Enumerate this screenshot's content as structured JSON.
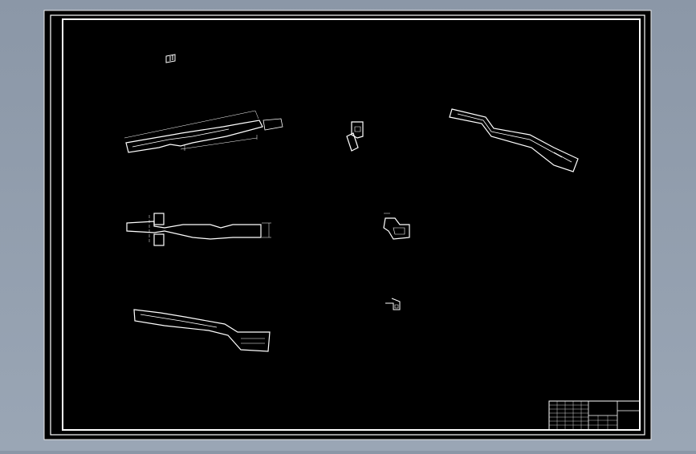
{
  "viewport": {
    "background": "#929eae"
  },
  "sheet": {
    "paper_color": "#000000",
    "line_color": "#ffffff"
  },
  "views": [
    {
      "id": "detail-top-left",
      "label": "",
      "scale_label": ""
    },
    {
      "id": "main-view",
      "label": "",
      "scale_label": ""
    },
    {
      "id": "side-view",
      "label": "",
      "scale_label": ""
    },
    {
      "id": "lower-view",
      "label": "",
      "scale_label": ""
    },
    {
      "id": "detail-clip",
      "label": "",
      "scale_label": ""
    },
    {
      "id": "detail-center",
      "label": "",
      "scale_label": ""
    },
    {
      "id": "detail-small",
      "label": "",
      "scale_label": ""
    },
    {
      "id": "iso-view",
      "label": "",
      "scale_label": ""
    }
  ],
  "notes": {
    "block": ""
  },
  "title_block": {
    "drawing_title": "",
    "code": ""
  }
}
